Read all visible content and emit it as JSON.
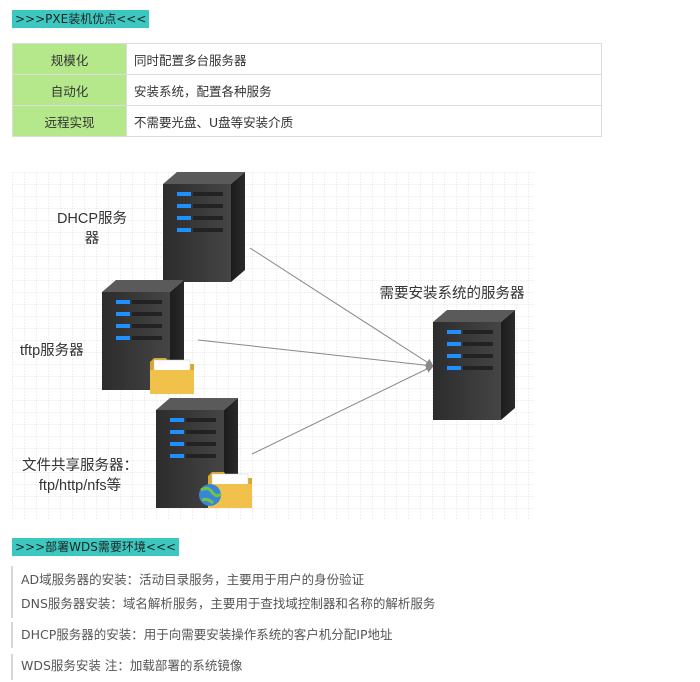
{
  "section1": {
    "heading": ">>>PXE装机优点<<<"
  },
  "features": [
    {
      "key": "规模化",
      "value": "同时配置多台服务器"
    },
    {
      "key": "自动化",
      "value": "安装系统，配置各种服务"
    },
    {
      "key": "远程实现",
      "value": "不需要光盘、U盘等安装介质"
    }
  ],
  "diagram": {
    "dhcp_label_1": "DHCP服务",
    "dhcp_label_2": "器",
    "tftp_label": "tftp服务器",
    "file_label_1": "文件共享服务器：",
    "file_label_2": "ftp/http/nfs等",
    "target_label": "需要安装系统的服务器"
  },
  "section2": {
    "heading": ">>>部署WDS需要环境<<<"
  },
  "notes": {
    "ad": "AD域服务器的安装：活动目录服务，主要用于用户的身份验证",
    "dns": "DNS服务器安装：域名解析服务，主要用于查找域控制器和名称的解析服务",
    "dhcp": "DHCP服务器的安装：用于向需要安装操作系统的客户机分配IP地址",
    "wds": "WDS服务安装 注：加载部署的系统镜像"
  },
  "colors": {
    "heading_bg": "#3cc8c0",
    "key_cell_bg": "#b4e88a",
    "server_body": "#3a3a3a",
    "server_led": "#1e90ff",
    "folder": "#f1c24b"
  }
}
